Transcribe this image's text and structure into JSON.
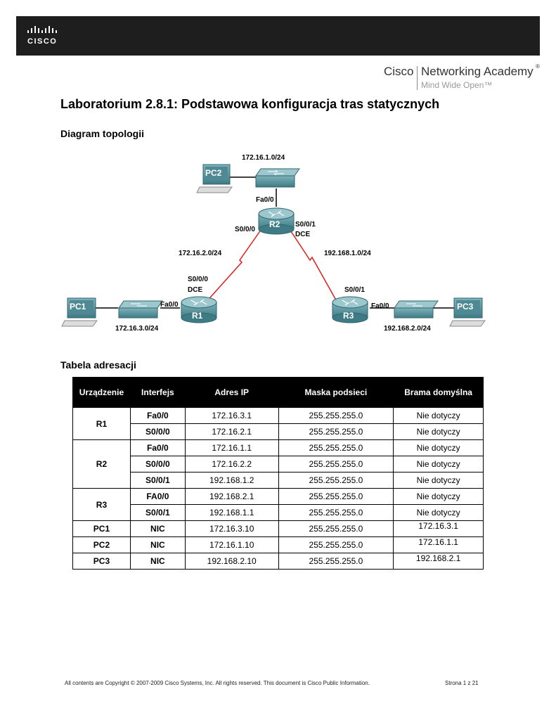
{
  "header": {
    "logo_text": "CISCO",
    "academy_brand": "Cisco",
    "academy_name": "Networking Academy",
    "academy_reg": "®",
    "academy_tagline": "Mind Wide Open™"
  },
  "title": "Laboratorium 2.8.1: Podstawowa konfiguracja tras statycznych",
  "topology": {
    "heading": "Diagram topologii",
    "labels": {
      "net_top": "172.16.1.0/24",
      "pc2": "PC2",
      "r2_fa": "Fa0/0",
      "r2": "R2",
      "r2_s01": "S0/0/1",
      "r2_dce": "DCE",
      "r2_s00": "S0/0/0",
      "net_left": "172.16.2.0/24",
      "net_right": "192.168.1.0/24",
      "r1_s00": "S0/0/0",
      "r1_dce": "DCE",
      "r1_fa": "Fa0/0",
      "r1": "R1",
      "pc1": "PC1",
      "net_bl": "172.16.3.0/24",
      "r3_s01": "S0/0/1",
      "r3_fa": "Fa0/0",
      "r3": "R3",
      "pc3": "PC3",
      "net_br": "192.168.2.0/24"
    },
    "colors": {
      "device": "#4f8a94",
      "device_dark": "#2f6670",
      "serial": "#e21a1a"
    }
  },
  "address_table": {
    "heading": "Tabela adresacji",
    "headers": [
      "Urządzenie",
      "Interfejs",
      "Adres IP",
      "Maska podsieci",
      "Brama domyślna"
    ],
    "rows": [
      {
        "device": "R1",
        "iface": "Fa0/0",
        "ip": "172.16.3.1",
        "mask": "255.255.255.0",
        "gw": "Nie dotyczy"
      },
      {
        "iface": "S0/0/0",
        "ip": "172.16.2.1",
        "mask": "255.255.255.0",
        "gw": "Nie dotyczy"
      },
      {
        "device": "R2",
        "iface": "Fa0/0",
        "ip": "172.16.1.1",
        "mask": "255.255.255.0",
        "gw": "Nie dotyczy"
      },
      {
        "iface": "S0/0/0",
        "ip": "172.16.2.2",
        "mask": "255.255.255.0",
        "gw": "Nie dotyczy"
      },
      {
        "iface": "S0/0/1",
        "ip": "192.168.1.2",
        "mask": "255.255.255.0",
        "gw": "Nie dotyczy"
      },
      {
        "device": "R3",
        "iface": "FA0/0",
        "ip": "192.168.2.1",
        "mask": "255.255.255.0",
        "gw": "Nie dotyczy"
      },
      {
        "iface": "S0/0/1",
        "ip": "192.168.1.1",
        "mask": "255.255.255.0",
        "gw": "Nie dotyczy"
      },
      {
        "device": "PC1",
        "iface": "NIC",
        "ip": "172.16.3.10",
        "mask": "255.255.255.0",
        "gw": "172.16.3.1"
      },
      {
        "device": "PC2",
        "iface": "NIC",
        "ip": "172.16.1.10",
        "mask": "255.255.255.0",
        "gw": "172.16.1.1"
      },
      {
        "device": "PC3",
        "iface": "NIC",
        "ip": "192.168.2.10",
        "mask": "255.255.255.0",
        "gw": "192.168.2.1"
      }
    ]
  },
  "footer": {
    "copyright": "All contents are Copyright © 2007-2009 Cisco Systems, Inc. All rights reserved. This document is Cisco Public Information.",
    "page": "Strona 1 z 21"
  }
}
